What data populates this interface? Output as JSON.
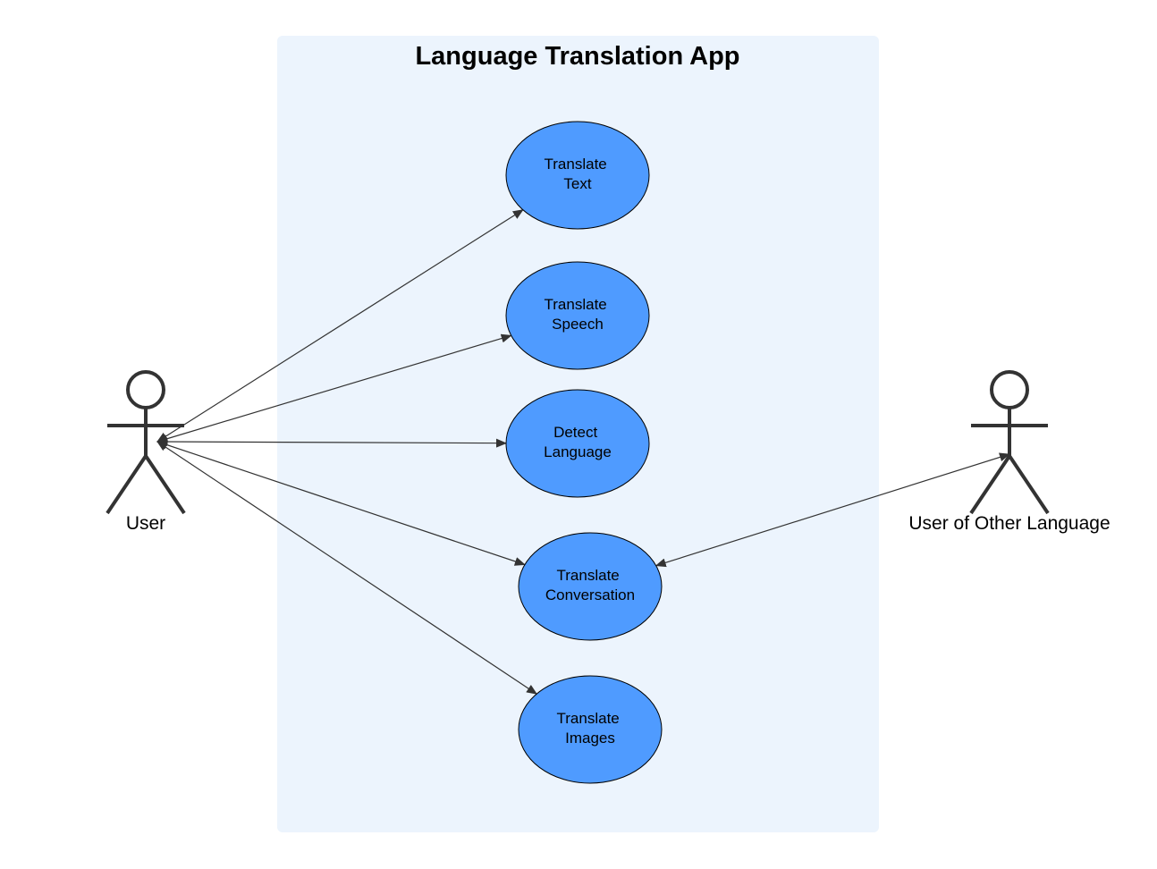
{
  "diagram": {
    "type": "use-case",
    "system": {
      "title": "Language Translation App"
    },
    "use_cases": [
      {
        "id": "uc-translate-text",
        "lines": [
          "Translate",
          "Text"
        ]
      },
      {
        "id": "uc-translate-speech",
        "lines": [
          "Translate",
          "Speech"
        ]
      },
      {
        "id": "uc-detect-language",
        "lines": [
          "Detect",
          "Language"
        ]
      },
      {
        "id": "uc-translate-conversation",
        "lines": [
          "Translate",
          "Conversation"
        ]
      },
      {
        "id": "uc-translate-images",
        "lines": [
          "Translate",
          "Images"
        ]
      }
    ],
    "actors": [
      {
        "id": "actor-user",
        "label": "User"
      },
      {
        "id": "actor-other",
        "label": "User of Other Language"
      }
    ],
    "associations": [
      {
        "from": "actor-user",
        "to": "uc-translate-text",
        "arrow_at": "both"
      },
      {
        "from": "actor-user",
        "to": "uc-translate-speech",
        "arrow_at": "both"
      },
      {
        "from": "actor-user",
        "to": "uc-detect-language",
        "arrow_at": "both"
      },
      {
        "from": "actor-user",
        "to": "uc-translate-conversation",
        "arrow_at": "both"
      },
      {
        "from": "actor-user",
        "to": "uc-translate-images",
        "arrow_at": "both"
      },
      {
        "from": "actor-other",
        "to": "uc-translate-conversation",
        "arrow_at": "both"
      }
    ],
    "colors": {
      "system_fill": "#ecf4fd",
      "use_case_fill": "#4f9bff",
      "use_case_stroke": "#000000",
      "line": "#333333"
    }
  }
}
